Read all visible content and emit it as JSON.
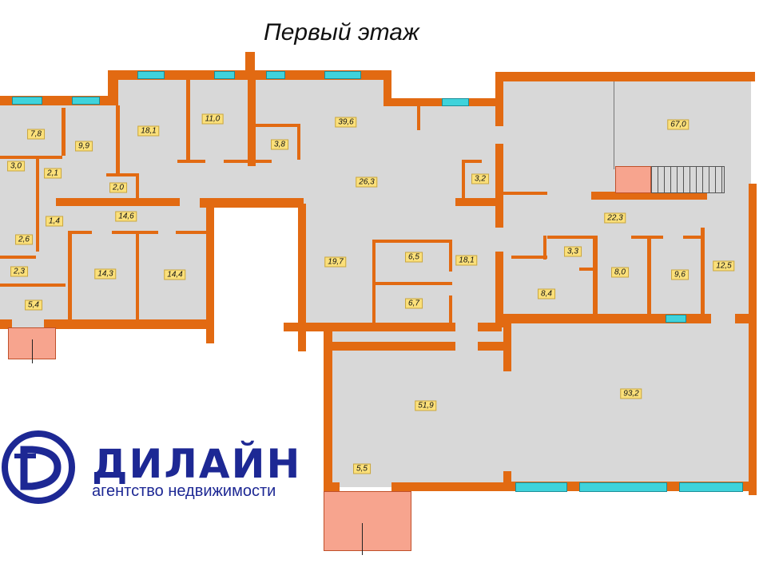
{
  "title": "Первый этаж",
  "rooms": [
    "7,8",
    "9,9",
    "18,1",
    "11,0",
    "3,8",
    "39,6",
    "67,0",
    "3,0",
    "2,1",
    "2,0",
    "26,3",
    "3,2",
    "1,4",
    "14,6",
    "22,3",
    "2,6",
    "3,3",
    "12,5",
    "6,5",
    "18,1",
    "19,7",
    "2,3",
    "14,3",
    "14,4",
    "8,0",
    "9,6",
    "8,4",
    "6,7",
    "5,4",
    "51,9",
    "93,2",
    "5,5"
  ],
  "logo": {
    "name": "ДИЛАЙН",
    "tagline": "агентство недвижимости"
  },
  "colors": {
    "wall": "#e26a12",
    "floor": "#d8d8d8",
    "window": "#3fd3db",
    "entrance": "#f7a48e",
    "brand": "#1d2894"
  }
}
